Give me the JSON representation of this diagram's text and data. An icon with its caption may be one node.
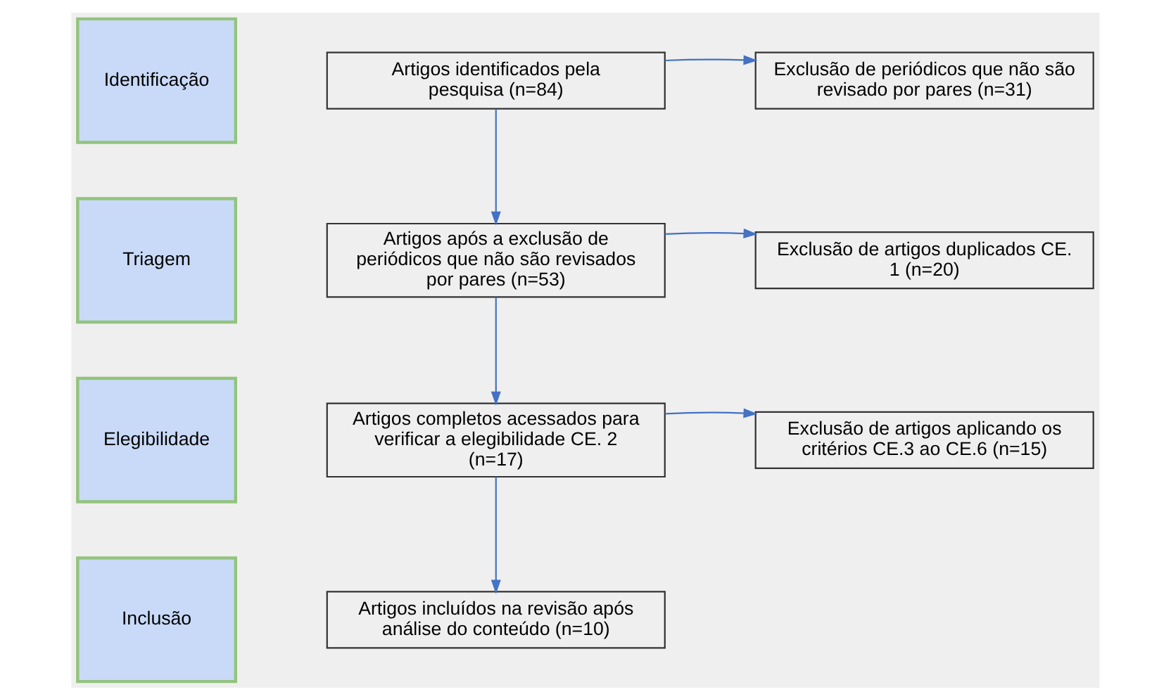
{
  "diagram": {
    "nodes": [
      {
        "text": [
          "Identificação"
        ]
      },
      {
        "text": [
          "Artigos identificados pela pesquisa (n=84)"
        ]
      },
      {
        "text": [
          "Exclusão de periódicos que não são revisado por pares (n=31)"
        ]
      },
      {
        "text": [
          "Triagem"
        ]
      },
      {
        "text": [
          "Artigos após a exclusão de periódicos que não são revisados por pares (n=53)"
        ]
      },
      {
        "text": [
          "Exclusão de artigos duplicados CE. 1 (n=20)"
        ]
      },
      {
        "text": [
          "Elegibilidade"
        ]
      },
      {
        "text": [
          "Artigos completos acessados para verificar a elegibilidade CE. 2 (n=17)"
        ]
      },
      {
        "text": [
          "Exclusão de artigos aplicando os critérios CE.3 ao CE.6 (n=15)"
        ]
      },
      {
        "text": [
          "Inclusão"
        ]
      },
      {
        "text": [
          "Artigos incluídos na revisão após análise do conteúdo (n=10)"
        ]
      }
    ],
    "edges": [
      {
        "from": 1,
        "to": 2,
        "arrow": "to"
      },
      {
        "from": 1,
        "to": 4,
        "arrow": "to"
      },
      {
        "from": 4,
        "to": 5,
        "arrow": "to"
      },
      {
        "from": 4,
        "to": 7,
        "arrow": "to"
      },
      {
        "from": 7,
        "to": 8,
        "arrow": "to"
      },
      {
        "from": 7,
        "to": 10,
        "arrow": "to"
      }
    ]
  }
}
